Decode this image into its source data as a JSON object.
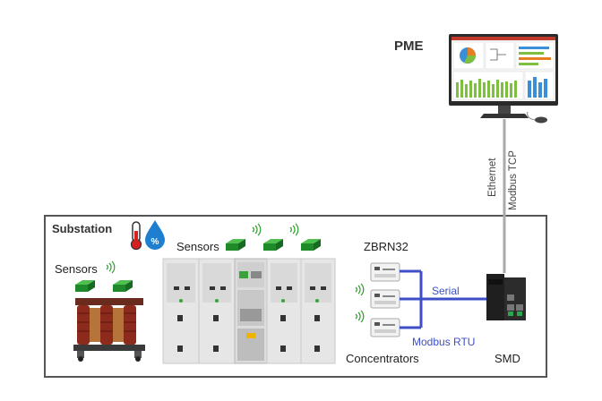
{
  "title_pme": "PME",
  "substation": {
    "title": "Substation"
  },
  "labels": {
    "sensors_left": "Sensors",
    "sensors_top": "Sensors",
    "zbrn": "ZBRN32",
    "concentrators": "Concentrators",
    "smd": "SMD",
    "serial": "Serial",
    "modbus_rtu": "Modbus RTU",
    "ethernet": "Ethernet",
    "modbus_tcp": "Modbus TCP"
  },
  "icons": [
    "thermometer-icon",
    "humidity-drop-icon",
    "wireless-signal-icon",
    "monitor-icon",
    "mouse-icon"
  ],
  "colors": {
    "frame": "#555555",
    "serial_link": "#3c4fc7",
    "ethernet_link": "#aaaaaa",
    "sensor_green": "#1f9a2a"
  }
}
